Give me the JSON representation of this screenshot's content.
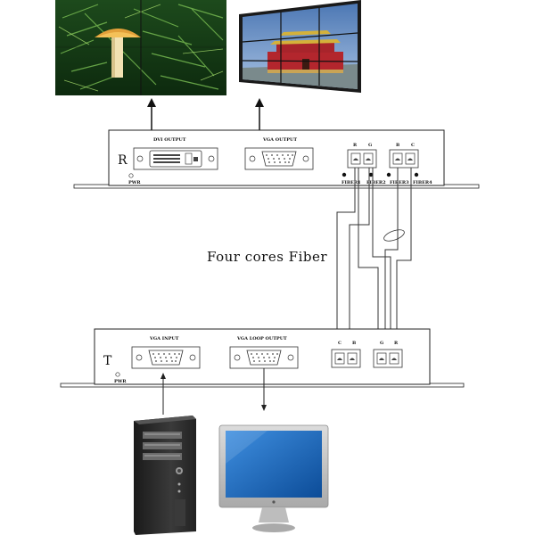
{
  "receiver": {
    "letter": "R",
    "pwr_label": "PWR",
    "dvi_label": "DVI    OUTPUT",
    "vga_label": "VGA    OUTPUT",
    "port_letters": [
      "R",
      "G",
      "B",
      "C"
    ],
    "fiber_labels": [
      "FIBER1",
      "FIBER2",
      "FIBER3",
      "FIBER4"
    ]
  },
  "transmitter": {
    "letter": "T",
    "pwr_label": "PWR",
    "vga_input_label": "VGA    INPUT",
    "vga_loop_label": "VGA LOOP OUTPUT",
    "port_letters": [
      "C",
      "B",
      "G",
      "R"
    ]
  },
  "fiber_caption": "Four cores Fiber",
  "colors": {
    "device_fill": "#ffffff",
    "device_stroke": "#222222",
    "monitor_screen": "#1f6fc0",
    "pc_dark": "#2b2b2b",
    "wall_frame": "#1a1a1a"
  },
  "icons": [
    "forest-mushroom-photo",
    "video-wall-photo",
    "pc-tower-icon",
    "monitor-icon"
  ]
}
